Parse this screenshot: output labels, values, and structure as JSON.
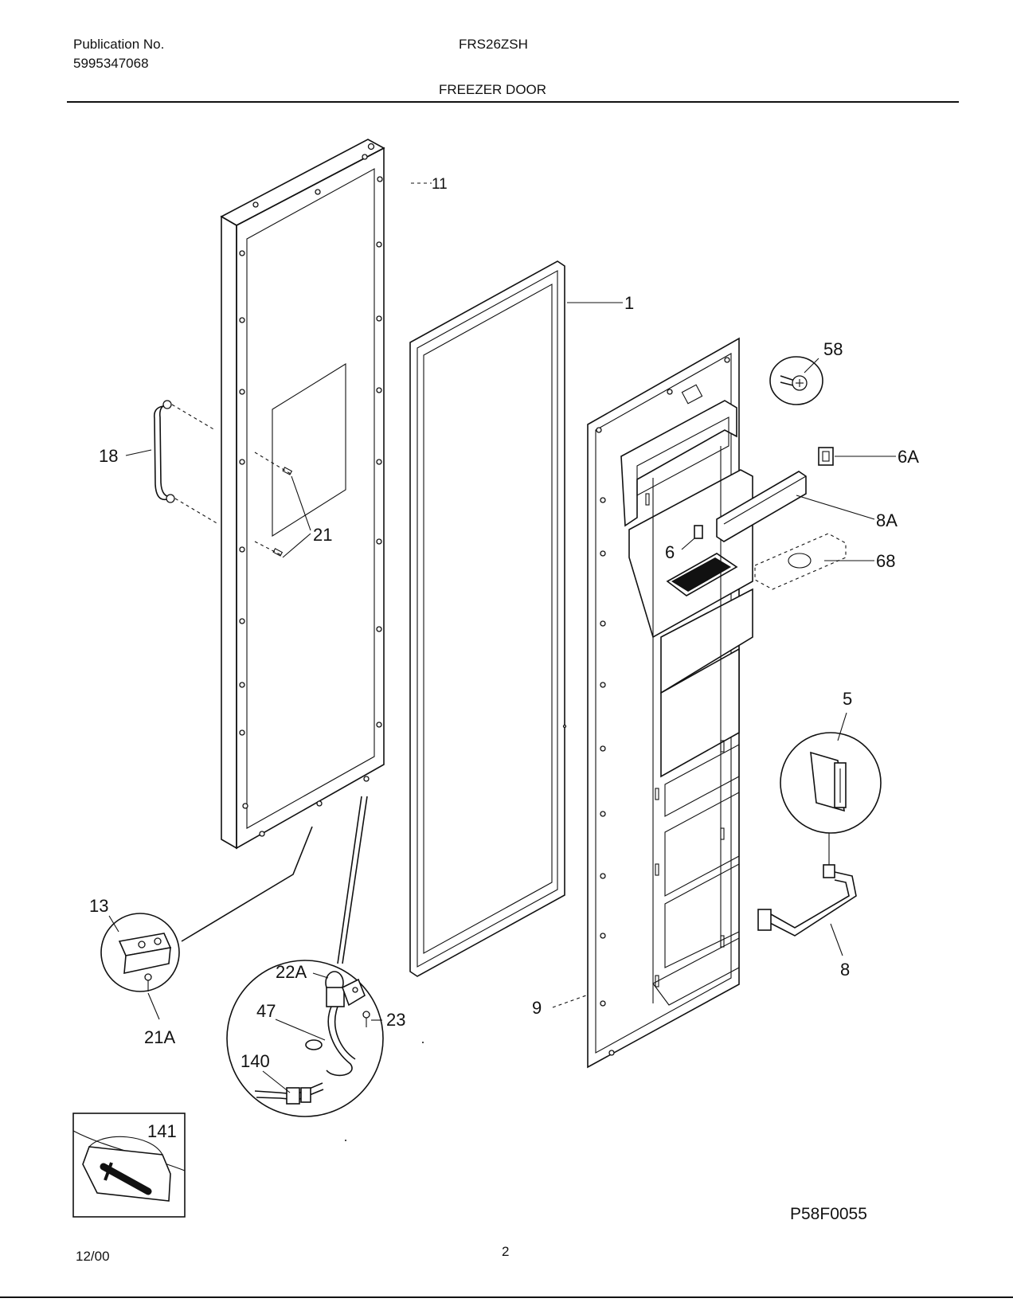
{
  "header": {
    "publication_label": "Publication No.",
    "publication_number": "5995347068",
    "model": "FRS26ZSH",
    "section_title": "FREEZER DOOR"
  },
  "footer": {
    "date": "12/00",
    "page_number": "2",
    "figure_code": "P58F0055"
  },
  "callouts": {
    "c1": "1",
    "c5": "5",
    "c6": "6",
    "c6a": "6A",
    "c8": "8",
    "c8a": "8A",
    "c9": "9",
    "c11": "11",
    "c13": "13",
    "c18": "18",
    "c21": "21",
    "c21a": "21A",
    "c22a": "22A",
    "c23": "23",
    "c47": "47",
    "c58": "58",
    "c68": "68",
    "c140": "140",
    "c141": "141"
  }
}
